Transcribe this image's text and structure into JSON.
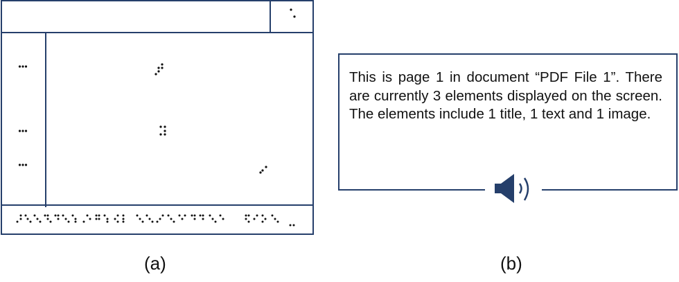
{
  "panel_a": {
    "caption": "(a)"
  },
  "panel_b": {
    "description": "This is page 1 in document “PDF File 1”. There are currently 3 elements displayed on the screen. The elements include 1 title, 1 text and 1 image.",
    "icon": "speaker-icon",
    "caption": "(b)"
  },
  "colors": {
    "border": "#253f6b",
    "dots": "#111111"
  }
}
